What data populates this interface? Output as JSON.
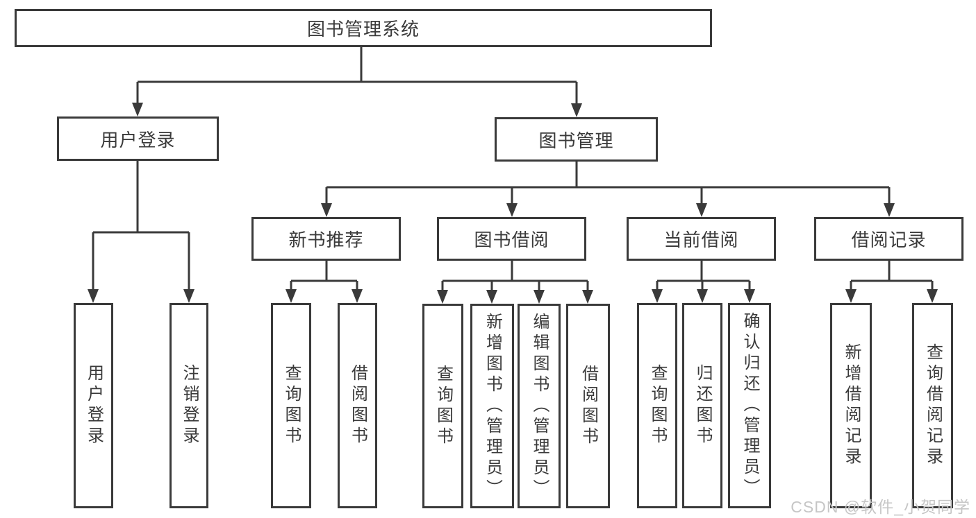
{
  "tree": {
    "root": {
      "label": "图书管理系统"
    },
    "branches": [
      {
        "label": "用户登录",
        "children": [
          {
            "label": "用户登录"
          },
          {
            "label": "注销登录"
          }
        ]
      },
      {
        "label": "图书管理",
        "children": [
          {
            "label": "新书推荐",
            "children": [
              {
                "label": "查询图书"
              },
              {
                "label": "借阅图书"
              }
            ]
          },
          {
            "label": "图书借阅",
            "children": [
              {
                "label": "查询图书"
              },
              {
                "label": "新增图书（管理员）"
              },
              {
                "label": "编辑图书（管理员）"
              },
              {
                "label": "借阅图书"
              }
            ]
          },
          {
            "label": "当前借阅",
            "children": [
              {
                "label": "查询图书"
              },
              {
                "label": "归还图书"
              },
              {
                "label": "确认归还（管理员）"
              }
            ]
          },
          {
            "label": "借阅记录",
            "children": [
              {
                "label": "新增借阅记录"
              },
              {
                "label": "查询借阅记录"
              }
            ]
          }
        ]
      }
    ]
  },
  "watermark": {
    "text": "CSDN @软件_小贺同学"
  },
  "colors": {
    "line": "#3a3a3a",
    "text": "#3a3a3a",
    "background": "#ffffff",
    "watermark": "#c6c6c6"
  }
}
